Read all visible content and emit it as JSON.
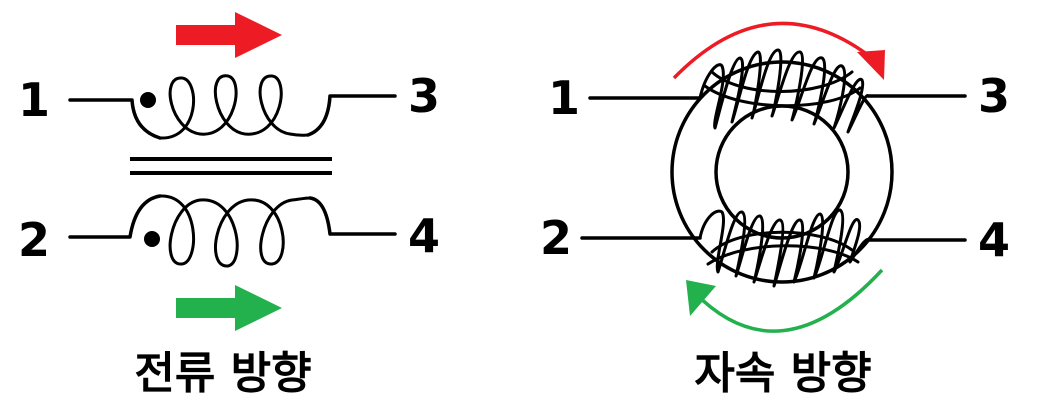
{
  "left_diagram": {
    "pins": [
      "1",
      "2",
      "3",
      "4"
    ],
    "caption": "전류 방향",
    "arrow_colors": {
      "top": "#ed1c24",
      "bottom": "#22b14c"
    }
  },
  "right_diagram": {
    "pins": [
      "1",
      "2",
      "3",
      "4"
    ],
    "caption": "자속 방향",
    "arrow_colors": {
      "top": "#ed1c24",
      "bottom": "#22b14c"
    }
  }
}
